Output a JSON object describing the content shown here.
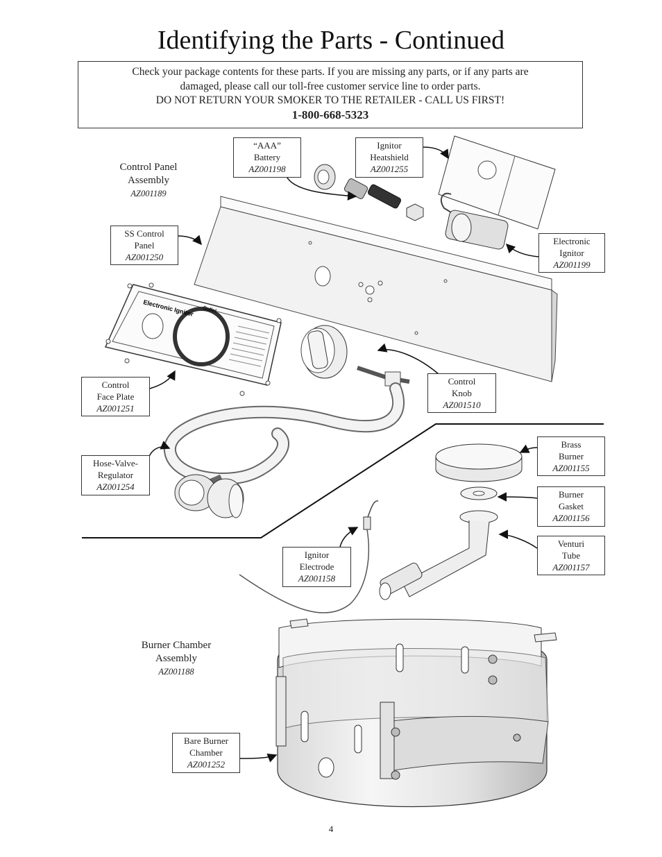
{
  "page": {
    "title": "Identifying the Parts - Continued",
    "notice": {
      "line1": "Check your package contents for these parts. If  you are missing any parts, or if  any parts are",
      "line2": "damaged, please call our toll-free customer service line to order parts.",
      "line3": "DO NOT RETURN YOUR SMOKER TO THE RETAILER - CALL US FIRST!",
      "phone": "1-800-668-5323"
    },
    "page_number": "4"
  },
  "assemblies": {
    "control_panel": {
      "l1": "Control Panel",
      "l2": "Assembly",
      "pn": "AZ001189"
    },
    "burner_chamber": {
      "l1": "Burner Chamber",
      "l2": "Assembly",
      "pn": "AZ001188"
    }
  },
  "labels": {
    "battery": {
      "l1": "“AAA”",
      "l2": "Battery",
      "pn": "AZ001198"
    },
    "ignitor_heatshield": {
      "l1": "Ignitor",
      "l2": "Heatshield",
      "pn": "AZ001255"
    },
    "ss_control_panel": {
      "l1": "SS Control",
      "l2": "Panel",
      "pn": "AZ001250"
    },
    "electronic_ignitor": {
      "l1": "Electronic",
      "l2": "Ignitor",
      "pn": "AZ001199"
    },
    "control_face_plate": {
      "l1": "Control",
      "l2": "Face Plate",
      "pn": "AZ001251"
    },
    "control_knob": {
      "l1": "Control",
      "l2": "Knob",
      "pn": "AZ001510"
    },
    "brass_burner": {
      "l1": "Brass",
      "l2": "Burner",
      "pn": "AZ001155"
    },
    "hose_valve_regulator": {
      "l1": "Hose-Valve-",
      "l2": "Regulator",
      "pn": "AZ001254"
    },
    "burner_gasket": {
      "l1": "Burner",
      "l2": "Gasket",
      "pn": "AZ001156"
    },
    "venturi_tube": {
      "l1": "Venturi",
      "l2": "Tube",
      "pn": "AZ001157"
    },
    "ignitor_electrode": {
      "l1": "Ignitor",
      "l2": "Electrode",
      "pn": "AZ001158"
    },
    "bare_burner_chamber": {
      "l1": "Bare Burner",
      "l2": "Chamber",
      "pn": "AZ001252"
    }
  },
  "face_plate_text": {
    "heading": "Electronic Ignitor",
    "brand": "Bullet"
  }
}
